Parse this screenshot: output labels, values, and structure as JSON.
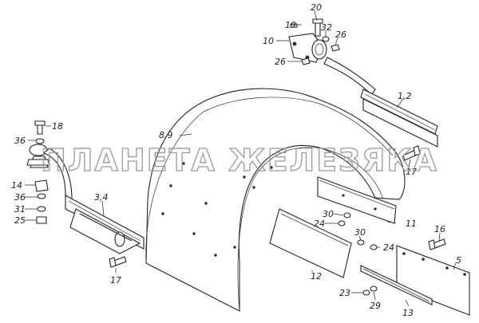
{
  "watermark": "ПЛАНЕТА ЖЕЛЕЗЯКА",
  "callouts": {
    "p20": "20",
    "p19": "19",
    "p32": "32",
    "p26a": "26",
    "p10": "10",
    "p26b": "26",
    "p12a": "1,2",
    "p89": "8,9",
    "p18": "18",
    "p36a": "36",
    "p17a": "17",
    "p14": "14",
    "p36b": "36",
    "p31": "31",
    "p25": "25",
    "p34": "3,4",
    "p30a": "30",
    "p24a": "24",
    "p11": "11",
    "p30b": "30",
    "p24b": "24",
    "p16": "16",
    "p5": "5",
    "p17b": "17",
    "p12": "12",
    "p23": "23",
    "p29": "29",
    "p13": "13"
  }
}
